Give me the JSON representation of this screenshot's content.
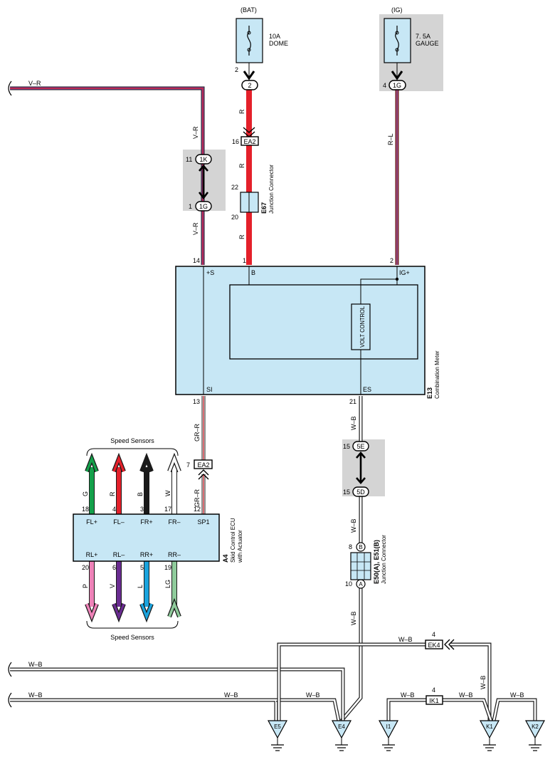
{
  "power": {
    "bat_label": "(BAT)",
    "ig_label": "(IG)",
    "fuse_dome_rating": "10A",
    "fuse_dome_name": "DOME",
    "fuse_gauge_rating": "7. 5A",
    "fuse_gauge_name": "GAUGE",
    "pin_bat": "2",
    "conn_bat": "2",
    "pin_ig": "4",
    "conn_ig": "1G"
  },
  "wires": {
    "vr_top": "V–R",
    "vr_1": "V–R",
    "vr_2": "V–R",
    "r_1": "R",
    "r_2": "R",
    "r_3": "R",
    "rl": "R–L",
    "grr_1": "GR–R",
    "grr_2": "GR–R",
    "wb_1": "W–B",
    "wb_2": "W–B",
    "wb_3": "W–B",
    "wb_ek4": "W–B",
    "wb_k1_vert": "W–B",
    "wb_left1": "W–B",
    "wb_left2": "W–B",
    "wb_mid1": "W–B",
    "wb_mid2": "W–B",
    "wb_i1": "W–B",
    "wb_k1": "W–B",
    "wb_k2": "W–B"
  },
  "connectors": {
    "ea2_top": "EA2",
    "ea2_top_pin": "16",
    "k1k": "1K",
    "k1k_pin": "11",
    "g1g": "1G",
    "g1g_pin": "1",
    "e67_pin_top": "22",
    "e67_pin_bot": "20",
    "e67_code": "E67",
    "e67_name": "Junction Connector",
    "ea2_mid": "EA2",
    "ea2_mid_pin": "7",
    "c5e": "5E",
    "c5e_pin": "15",
    "c5d": "5D",
    "c5d_pin": "15",
    "jb_b": "B",
    "jb_b_pin": "8",
    "jb_a": "A",
    "jb_a_pin": "10",
    "jb_code": "E50(A), E51(B)",
    "jb_name": "Junction Connector",
    "ek4": "EK4",
    "ek4_pin": "4",
    "ik1": "IK1",
    "ik1_pin": "4"
  },
  "meter": {
    "pin_s": "14",
    "pin_b": "1",
    "pin_ig": "2",
    "pin_si": "13",
    "pin_es": "21",
    "term_s": "+S",
    "term_b": "B",
    "term_ig": "IG+",
    "term_si": "SI",
    "term_es": "ES",
    "volt_control": "VOLT CONTROL",
    "code": "E13",
    "name": "Combination Meter"
  },
  "ecu": {
    "code": "A4",
    "name_1": "Skid Control ECU",
    "name_2": "with Actuator",
    "speed_sensors_top": "Speed Sensors",
    "speed_sensors_bottom": "Speed Sensors",
    "top_terms": [
      {
        "label": "FL+",
        "pin": "18",
        "wire": "G",
        "color": "#13a04a"
      },
      {
        "label": "FL–",
        "pin": "4",
        "wire": "R",
        "color": "#e4202a"
      },
      {
        "label": "FR+",
        "pin": "3",
        "wire": "B",
        "color": "#1a1a1a"
      },
      {
        "label": "FR–",
        "pin": "17",
        "wire": "W",
        "color": "#ffffff"
      },
      {
        "label": "SP1",
        "pin": "12",
        "wire": "GR–R",
        "color": "#d98a80"
      }
    ],
    "bottom_terms": [
      {
        "label": "RL+",
        "pin": "20",
        "wire": "P",
        "color": "#ee82b8"
      },
      {
        "label": "RL–",
        "pin": "6",
        "wire": "V",
        "color": "#6a2c91"
      },
      {
        "label": "RR+",
        "pin": "5",
        "wire": "L",
        "color": "#1aa3dd"
      },
      {
        "label": "RR–",
        "pin": "19",
        "wire": "LG",
        "color": "#8fcb9b"
      }
    ]
  },
  "grounds": [
    "E5",
    "E4",
    "I1",
    "K1",
    "K2"
  ],
  "colors": {
    "box_fill": "#c7e7f5",
    "shade": "#d4d4d4",
    "red": "#e4202a",
    "violet": "#7b3f98",
    "blue": "#3f6cc4",
    "pink": "#ee82b8"
  }
}
